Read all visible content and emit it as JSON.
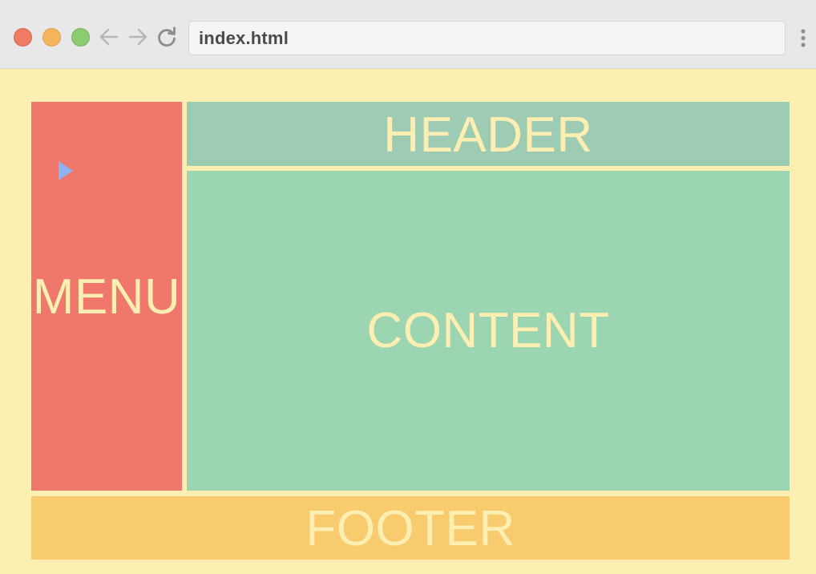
{
  "browser": {
    "address_bar": {
      "value": "index.html"
    },
    "icons": {
      "back": "arrow-left-icon",
      "forward": "arrow-right-icon",
      "reload": "reload-icon",
      "menu": "more-vertical-icon"
    },
    "window_controls": {
      "close_color": "#ee7b62",
      "minimize_color": "#f5b55d",
      "zoom_color": "#8ccb6f"
    }
  },
  "page": {
    "background_color": "#fdeeb1",
    "label_color": "#fdeeb1",
    "blocks": {
      "menu": {
        "label": "MENU",
        "color": "#ef776c"
      },
      "header": {
        "label": "HEADER",
        "color": "#9ecbb3"
      },
      "content": {
        "label": "CONTENT",
        "color": "#9bd5b1"
      },
      "footer": {
        "label": "FOOTER",
        "color": "#f8cb6f"
      }
    }
  }
}
